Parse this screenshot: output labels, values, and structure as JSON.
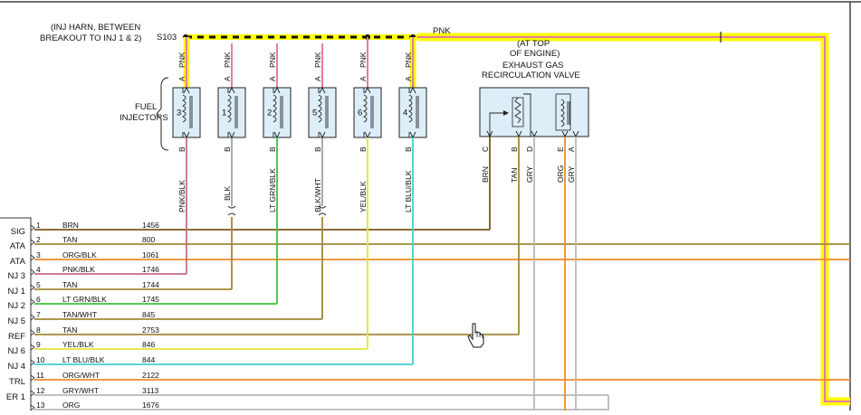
{
  "labels": {
    "harness_note_line1": "(INJ HARN, BETWEEN",
    "harness_note_line2": "BREAKOUT TO INJ 1 & 2)",
    "splice": "S103",
    "pnk_wire": "PNK",
    "fuel_injectors_line1": "FUEL",
    "fuel_injectors_line2": "INJECTORS",
    "egr_location_line1": "(AT TOP",
    "egr_location_line2": "OF ENGINE)",
    "egr_name_line1": "EXHAUST GAS",
    "egr_name_line2": "RECIRCULATION VALVE"
  },
  "injectors": [
    {
      "number": "3",
      "pin_a": "A",
      "pin_b": "B",
      "top_wire": "PNK",
      "bottom_wire": "PNK/BLK"
    },
    {
      "number": "1",
      "pin_a": "A",
      "pin_b": "B",
      "top_wire": "PNK",
      "bottom_wire": "BLK"
    },
    {
      "number": "2",
      "pin_a": "A",
      "pin_b": "B",
      "top_wire": "PNK",
      "bottom_wire": "LT GRN/BLK"
    },
    {
      "number": "5",
      "pin_a": "A",
      "pin_b": "B",
      "top_wire": "PNK",
      "bottom_wire": "BLK/WHT"
    },
    {
      "number": "6",
      "pin_a": "A",
      "pin_b": "B",
      "top_wire": "PNK",
      "bottom_wire": "YEL/BLK"
    },
    {
      "number": "4",
      "pin_a": "A",
      "pin_b": "B",
      "top_wire": "PNK",
      "bottom_wire": "LT BLU/BLK"
    }
  ],
  "egr_pins": [
    {
      "pin": "C",
      "wire": "BRN"
    },
    {
      "pin": "B",
      "wire": "TAN"
    },
    {
      "pin": "D",
      "wire": "GRY"
    },
    {
      "pin": "E",
      "wire": "ORG"
    },
    {
      "pin": "A",
      "wire": "GRY"
    }
  ],
  "connector_rows": [
    {
      "func": "SIG",
      "pin": "1",
      "color": "BRN",
      "circuit": "1456"
    },
    {
      "func": "ATA",
      "pin": "2",
      "color": "TAN",
      "circuit": "800"
    },
    {
      "func": "ATA",
      "pin": "3",
      "color": "ORG/BLK",
      "circuit": "1061"
    },
    {
      "func": "NJ 3",
      "pin": "4",
      "color": "PNK/BLK",
      "circuit": "1746"
    },
    {
      "func": "NJ 1",
      "pin": "5",
      "color": "TAN",
      "circuit": "1744"
    },
    {
      "func": "NJ 2",
      "pin": "6",
      "color": "LT GRN/BLK",
      "circuit": "1745"
    },
    {
      "func": "NJ 5",
      "pin": "7",
      "color": "TAN/WHT",
      "circuit": "845"
    },
    {
      "func": "REF",
      "pin": "8",
      "color": "TAN",
      "circuit": "2753"
    },
    {
      "func": "NJ 6",
      "pin": "9",
      "color": "YEL/BLK",
      "circuit": "846"
    },
    {
      "func": "NJ 4",
      "pin": "10",
      "color": "LT BLU/BLK",
      "circuit": "844"
    },
    {
      "func": "TRL",
      "pin": "11",
      "color": "ORG/WHT",
      "circuit": "2122"
    },
    {
      "func": "ER 1",
      "pin": "12",
      "color": "GRY/WHT",
      "circuit": "3113"
    },
    {
      "func": "",
      "pin": "13",
      "color": "ORG",
      "circuit": "1676"
    }
  ],
  "wire_colors": {
    "pnk": "#e87aa6",
    "yellow_highlight": "#ffff00",
    "brn": "#7a5a1a",
    "tan": "#a08838",
    "org": "#f08a2a",
    "pnk_blk": "#c86888",
    "lt_grn": "#3cc23c",
    "yel": "#e6e23a",
    "lt_blu": "#40d0d0",
    "gry": "#b8b8b8",
    "component_fill": "#ddeef8"
  }
}
